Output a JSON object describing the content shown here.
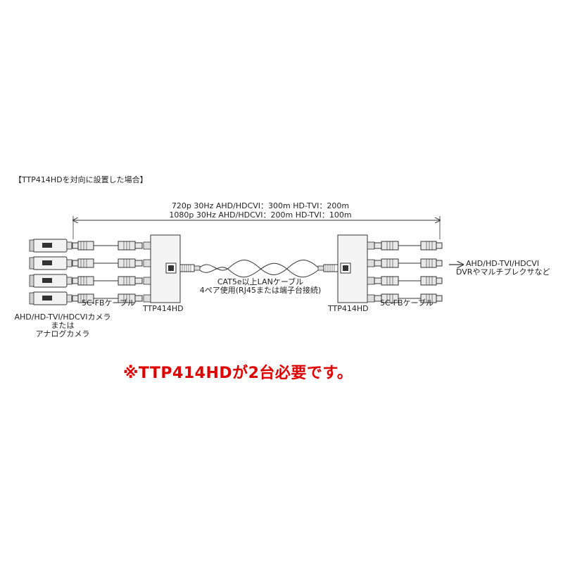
{
  "heading": "【TTP414HDを対向に設置した場合】",
  "distance": {
    "line1": "720p 30Hz   AHD/HDCVI：300m   HD-TVI：200m",
    "line2": "1080p 30Hz   AHD/HDCVI：200m   HD-TVI：100m"
  },
  "lan_cable": {
    "label": "CAT5e以上LANケーブル",
    "usage": "4ペア使用(RJ45または端子台接続)"
  },
  "left": {
    "camera_line1": "AHD/HD-TVI/HDCVIカメラ",
    "camera_line2": "または",
    "camera_line3": "アナログカメラ",
    "cable": "5C-FBケーブル",
    "device": "TTP414HD"
  },
  "right": {
    "device": "TTP414HD",
    "cable": "5C-FBケーブル",
    "dest_line1": "AHD/HD-TVI/HDCVI",
    "dest_line2": "DVRやマルチプレクサなど"
  },
  "note": "※TTP414HDが2台必要です。"
}
